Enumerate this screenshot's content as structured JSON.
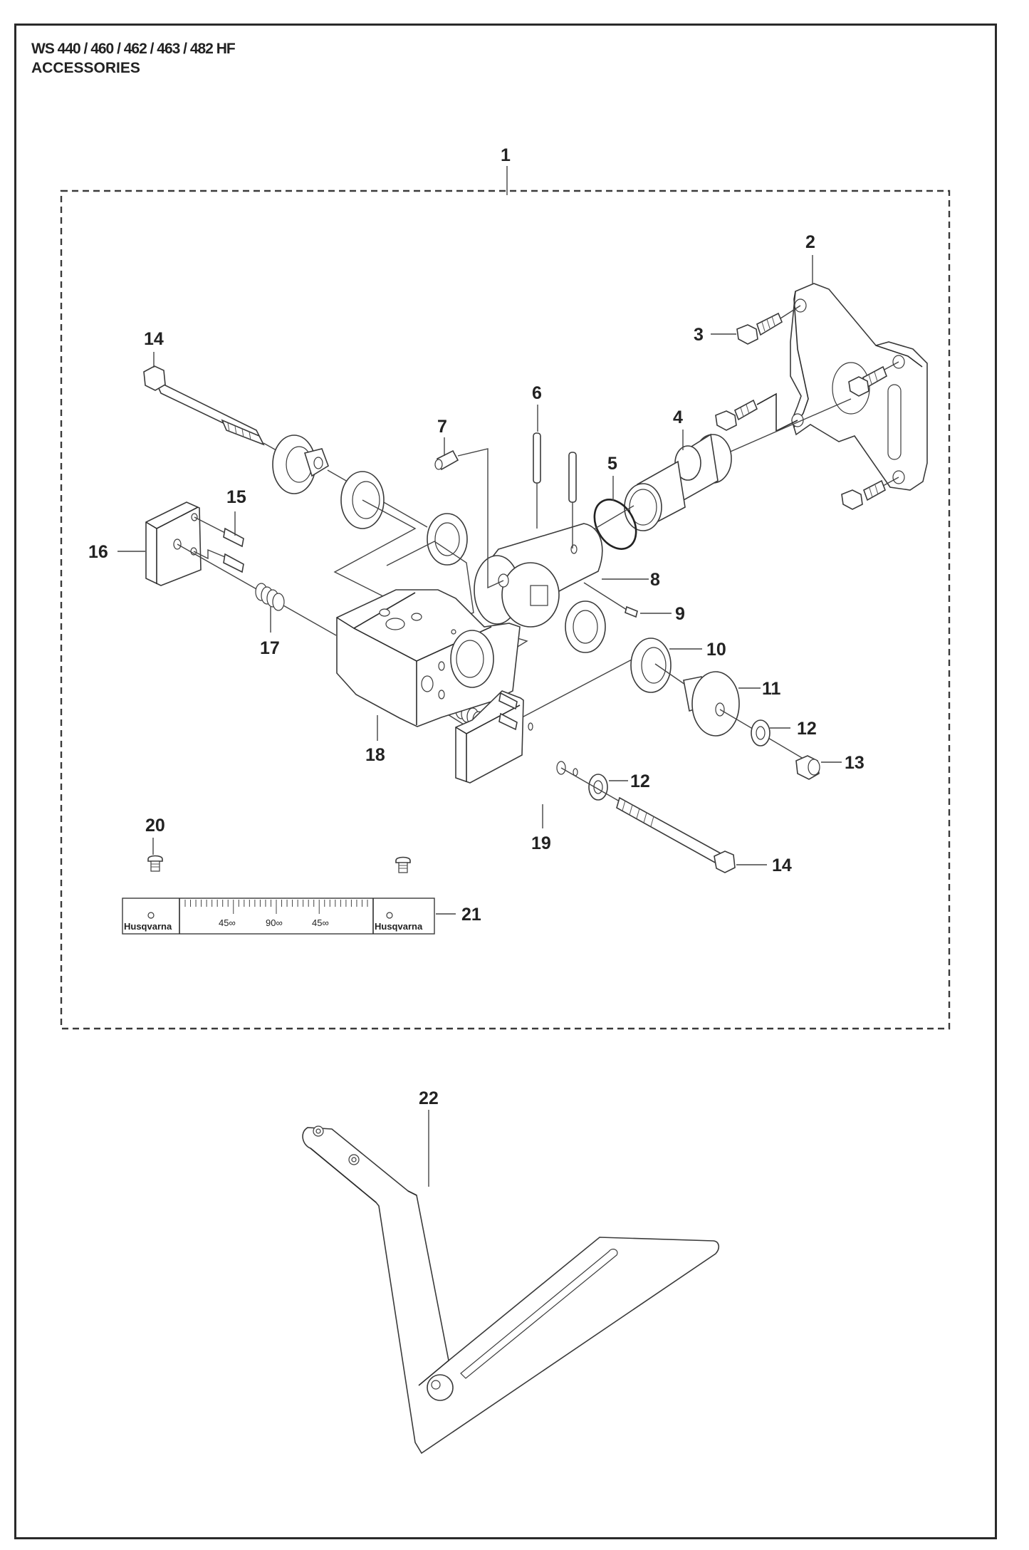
{
  "header": {
    "model_line": "WS 440 / 460 / 462 / 463 / 482 HF",
    "section_title": "ACCESSORIES"
  },
  "callouts": {
    "c1": "1",
    "c2": "2",
    "c3": "3",
    "c4": "4",
    "c5": "5",
    "c6": "6",
    "c7": "7",
    "c8": "8",
    "c9": "9",
    "c10": "10",
    "c11": "11",
    "c12a": "12",
    "c12b": "12",
    "c13": "13",
    "c14a": "14",
    "c14b": "14",
    "c15": "15",
    "c16": "16",
    "c17": "17",
    "c18": "18",
    "c19": "19",
    "c20": "20",
    "c21": "21",
    "c22": "22"
  },
  "scale_strip": {
    "brand_left": "Husqvarna",
    "brand_right": "Husqvarna",
    "mark_left": "45∞",
    "mark_center": "90∞",
    "mark_right": "45∞"
  }
}
